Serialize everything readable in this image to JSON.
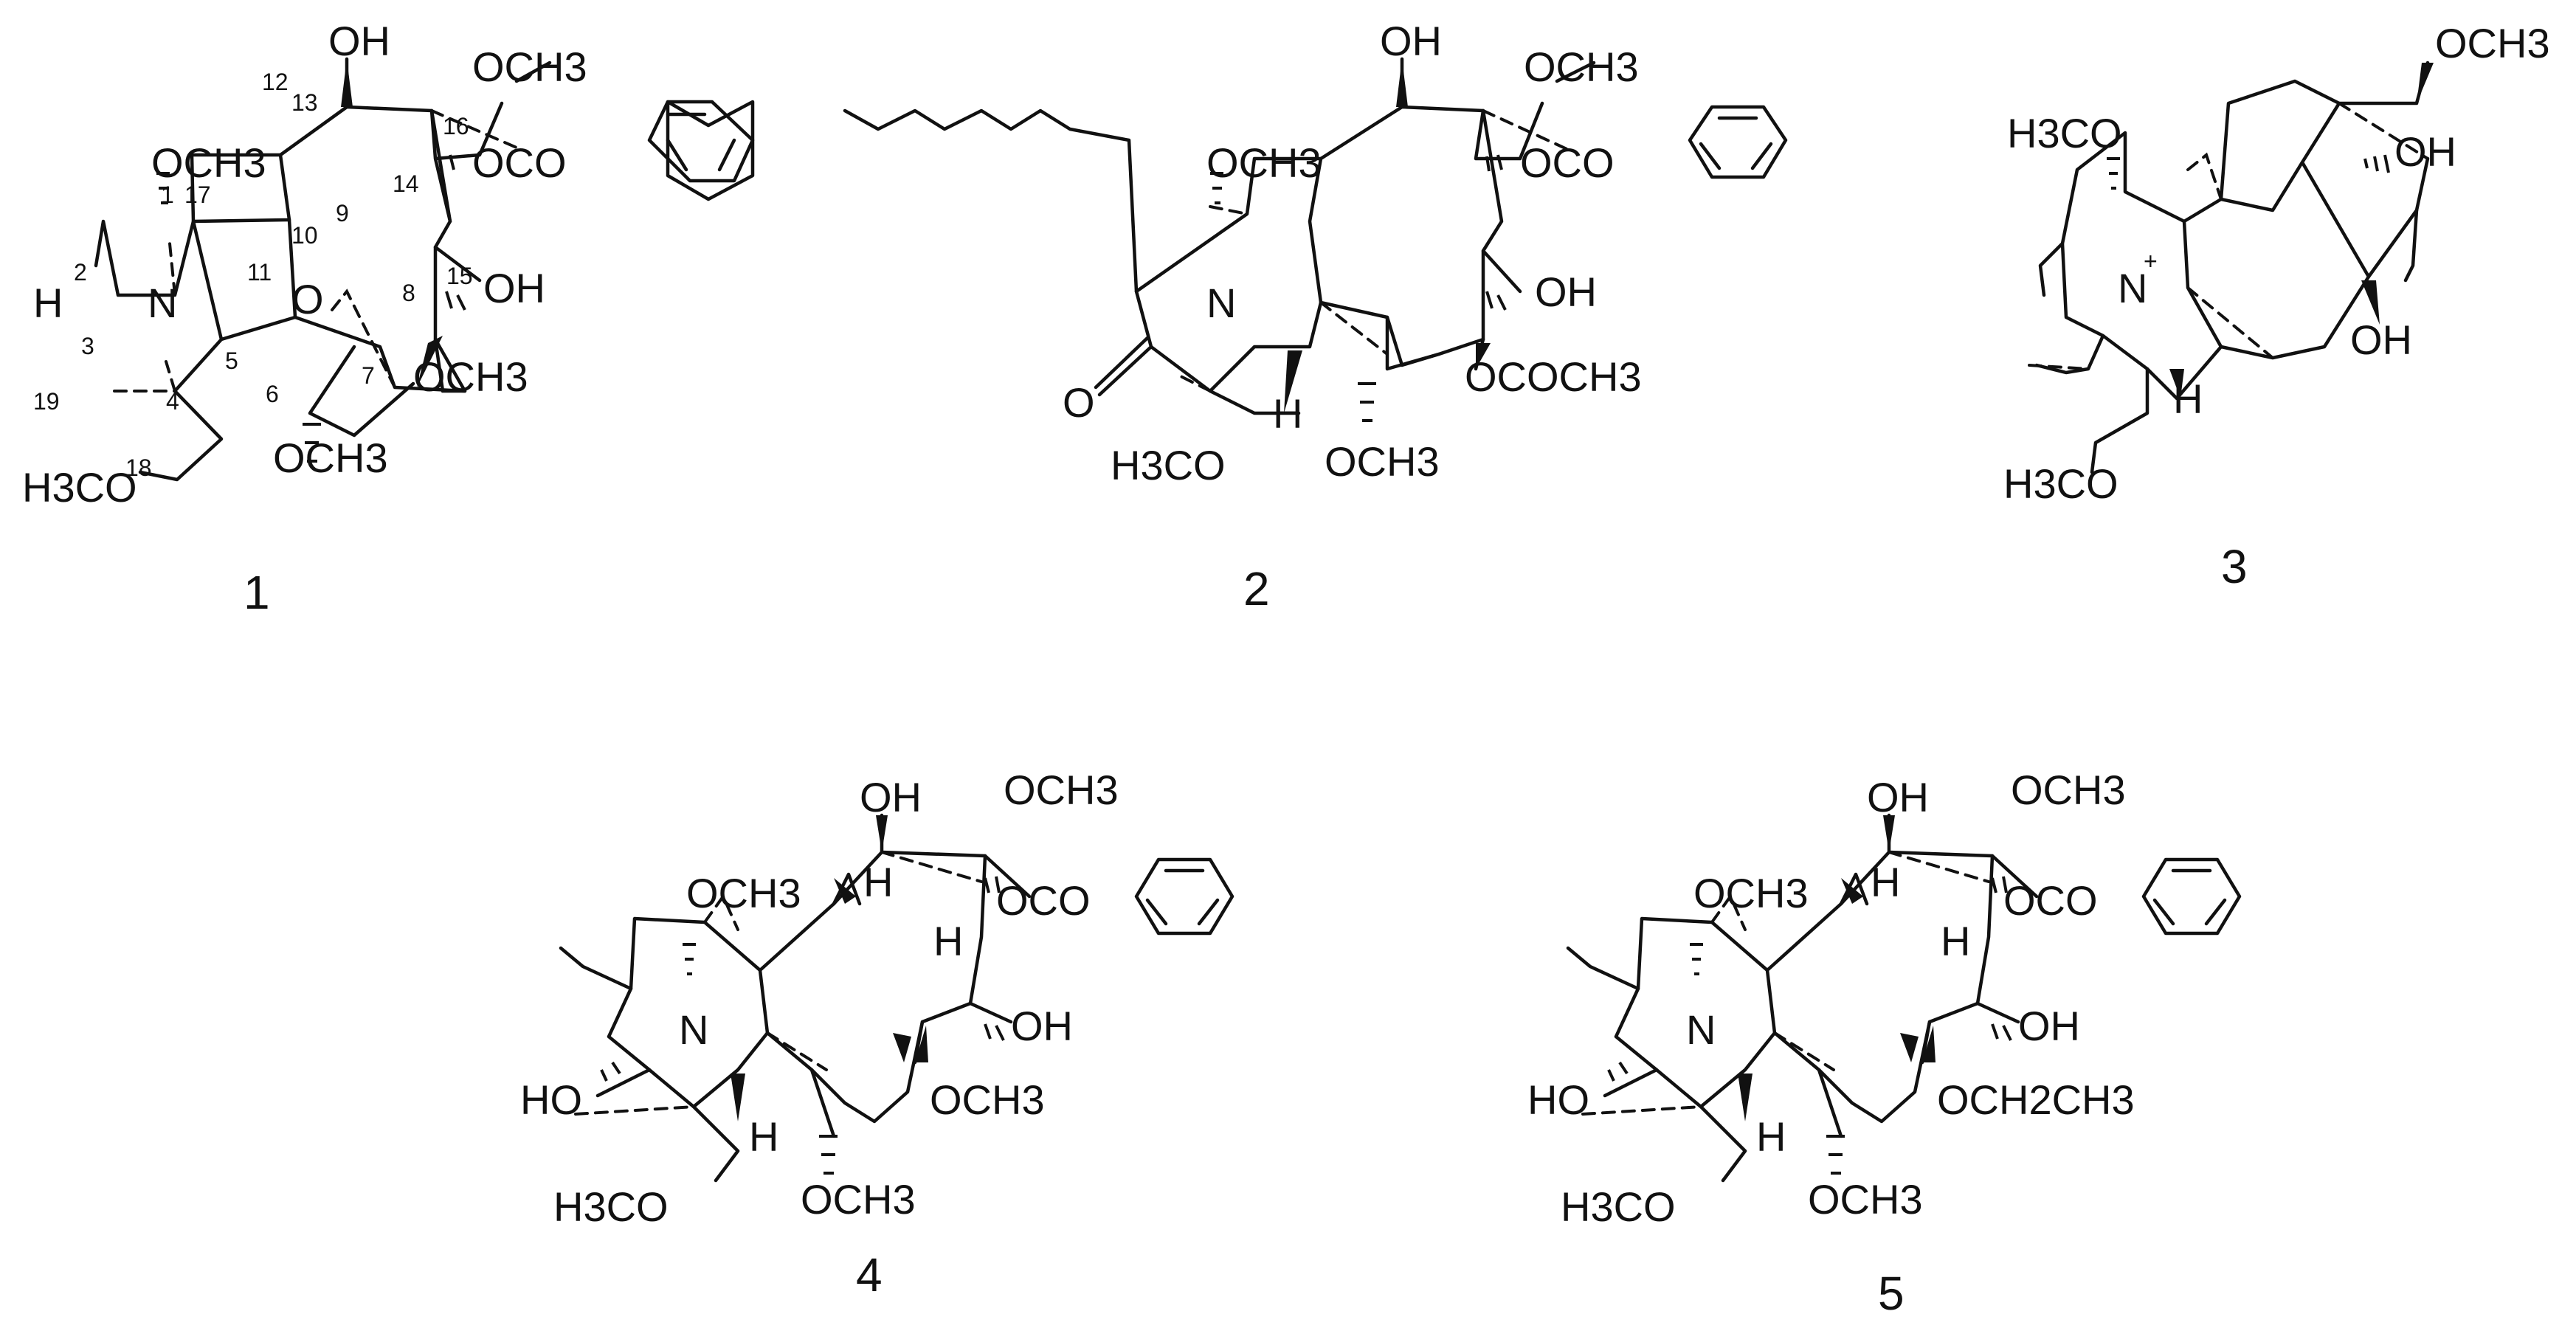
{
  "compounds": [
    {
      "id": "1",
      "labels": {
        "oh_top": "OH",
        "och3_top": "OCH3",
        "ocoph": "OCO",
        "och3_left": "OCH3",
        "h_n": "H",
        "n": "N",
        "o_bridge": "O",
        "oh_right": "OH",
        "och3_8": "OCH3",
        "och3_6": "OCH3",
        "h3co": "H3CO"
      },
      "atom_numbers": [
        "1",
        "2",
        "3",
        "4",
        "5",
        "6",
        "7",
        "8",
        "9",
        "10",
        "11",
        "12",
        "13",
        "14",
        "15",
        "16",
        "17",
        "18",
        "19"
      ]
    },
    {
      "id": "2",
      "labels": {
        "oh_top": "OH",
        "och3_top": "OCH3",
        "ocoph": "OCO",
        "och3_left": "OCH3",
        "n": "N",
        "oh_right": "OH",
        "ococh3": "OCOCH3",
        "oxo": "O",
        "h": "H",
        "h3co": "H3CO",
        "och3_6": "OCH3"
      }
    },
    {
      "id": "3",
      "labels": {
        "och3_top": "OCH3",
        "h3co_top": "H3CO",
        "oh_16": "OH",
        "n": "N",
        "n_charge": "+",
        "oh_8": "OH",
        "h": "H",
        "h3co": "H3CO"
      }
    },
    {
      "id": "4",
      "labels": {
        "oh_top": "OH",
        "och3_top": "OCH3",
        "ocoph": "OCO",
        "och3_left": "OCH3",
        "h_9": "H",
        "h_14": "H",
        "n": "N",
        "oh_right": "OH",
        "ho": "HO",
        "och3_8": "OCH3",
        "h": "H",
        "h3co": "H3CO",
        "och3_6": "OCH3"
      }
    },
    {
      "id": "5",
      "labels": {
        "oh_top": "OH",
        "och3_top": "OCH3",
        "ocoph": "OCO",
        "och3_left": "OCH3",
        "h_9": "H",
        "h_14": "H",
        "n": "N",
        "oh_right": "OH",
        "ho": "HO",
        "och2ch3_8": "OCH2CH3",
        "h": "H",
        "h3co": "H3CO",
        "och3_6": "OCH3"
      }
    }
  ]
}
